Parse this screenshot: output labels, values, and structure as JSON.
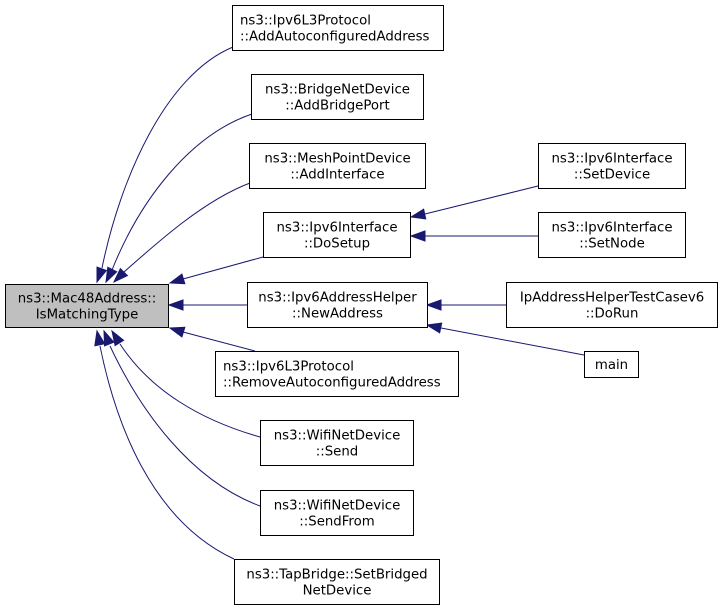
{
  "graph": {
    "type": "doxygen-caller-graph",
    "colors": {
      "edge": "#191970",
      "root_fill": "#bfbfbf",
      "node_fill": "#ffffff",
      "node_border": "#000000"
    },
    "root": {
      "id": "root",
      "lines": [
        "ns3::Mac48Address::",
        "IsMatchingType"
      ]
    },
    "nodes": [
      {
        "id": "add-autoconfigured-address",
        "lines": [
          "ns3::Ipv6L3Protocol",
          "::AddAutoconfiguredAddress"
        ],
        "align": "start"
      },
      {
        "id": "add-bridge-port",
        "lines": [
          "ns3::BridgeNetDevice",
          "::AddBridgePort"
        ]
      },
      {
        "id": "add-interface",
        "lines": [
          "ns3::MeshPointDevice",
          "::AddInterface"
        ]
      },
      {
        "id": "do-setup",
        "lines": [
          "ns3::Ipv6Interface",
          "::DoSetup"
        ]
      },
      {
        "id": "new-address",
        "lines": [
          "ns3::Ipv6AddressHelper",
          "::NewAddress"
        ]
      },
      {
        "id": "remove-autoconfigured-address",
        "lines": [
          "ns3::Ipv6L3Protocol",
          "::RemoveAutoconfiguredAddress"
        ],
        "align": "start"
      },
      {
        "id": "send",
        "lines": [
          "ns3::WifiNetDevice",
          "::Send"
        ]
      },
      {
        "id": "send-from",
        "lines": [
          "ns3::WifiNetDevice",
          "::SendFrom"
        ]
      },
      {
        "id": "set-bridged-net-device",
        "lines": [
          "ns3::TapBridge::SetBridged",
          "NetDevice"
        ]
      },
      {
        "id": "set-device",
        "lines": [
          "ns3::Ipv6Interface",
          "::SetDevice"
        ]
      },
      {
        "id": "set-node",
        "lines": [
          "ns3::Ipv6Interface",
          "::SetNode"
        ]
      },
      {
        "id": "do-run",
        "lines": [
          "IpAddressHelperTestCasev6",
          "::DoRun"
        ]
      },
      {
        "id": "main",
        "lines": [
          "main"
        ]
      }
    ],
    "edges": [
      {
        "from": "add-autoconfigured-address",
        "to": "root"
      },
      {
        "from": "add-bridge-port",
        "to": "root"
      },
      {
        "from": "add-interface",
        "to": "root"
      },
      {
        "from": "do-setup",
        "to": "root"
      },
      {
        "from": "new-address",
        "to": "root"
      },
      {
        "from": "remove-autoconfigured-address",
        "to": "root"
      },
      {
        "from": "send",
        "to": "root"
      },
      {
        "from": "send-from",
        "to": "root"
      },
      {
        "from": "set-bridged-net-device",
        "to": "root"
      },
      {
        "from": "set-device",
        "to": "do-setup"
      },
      {
        "from": "set-node",
        "to": "do-setup"
      },
      {
        "from": "do-run",
        "to": "new-address"
      },
      {
        "from": "main",
        "to": "new-address"
      }
    ]
  }
}
